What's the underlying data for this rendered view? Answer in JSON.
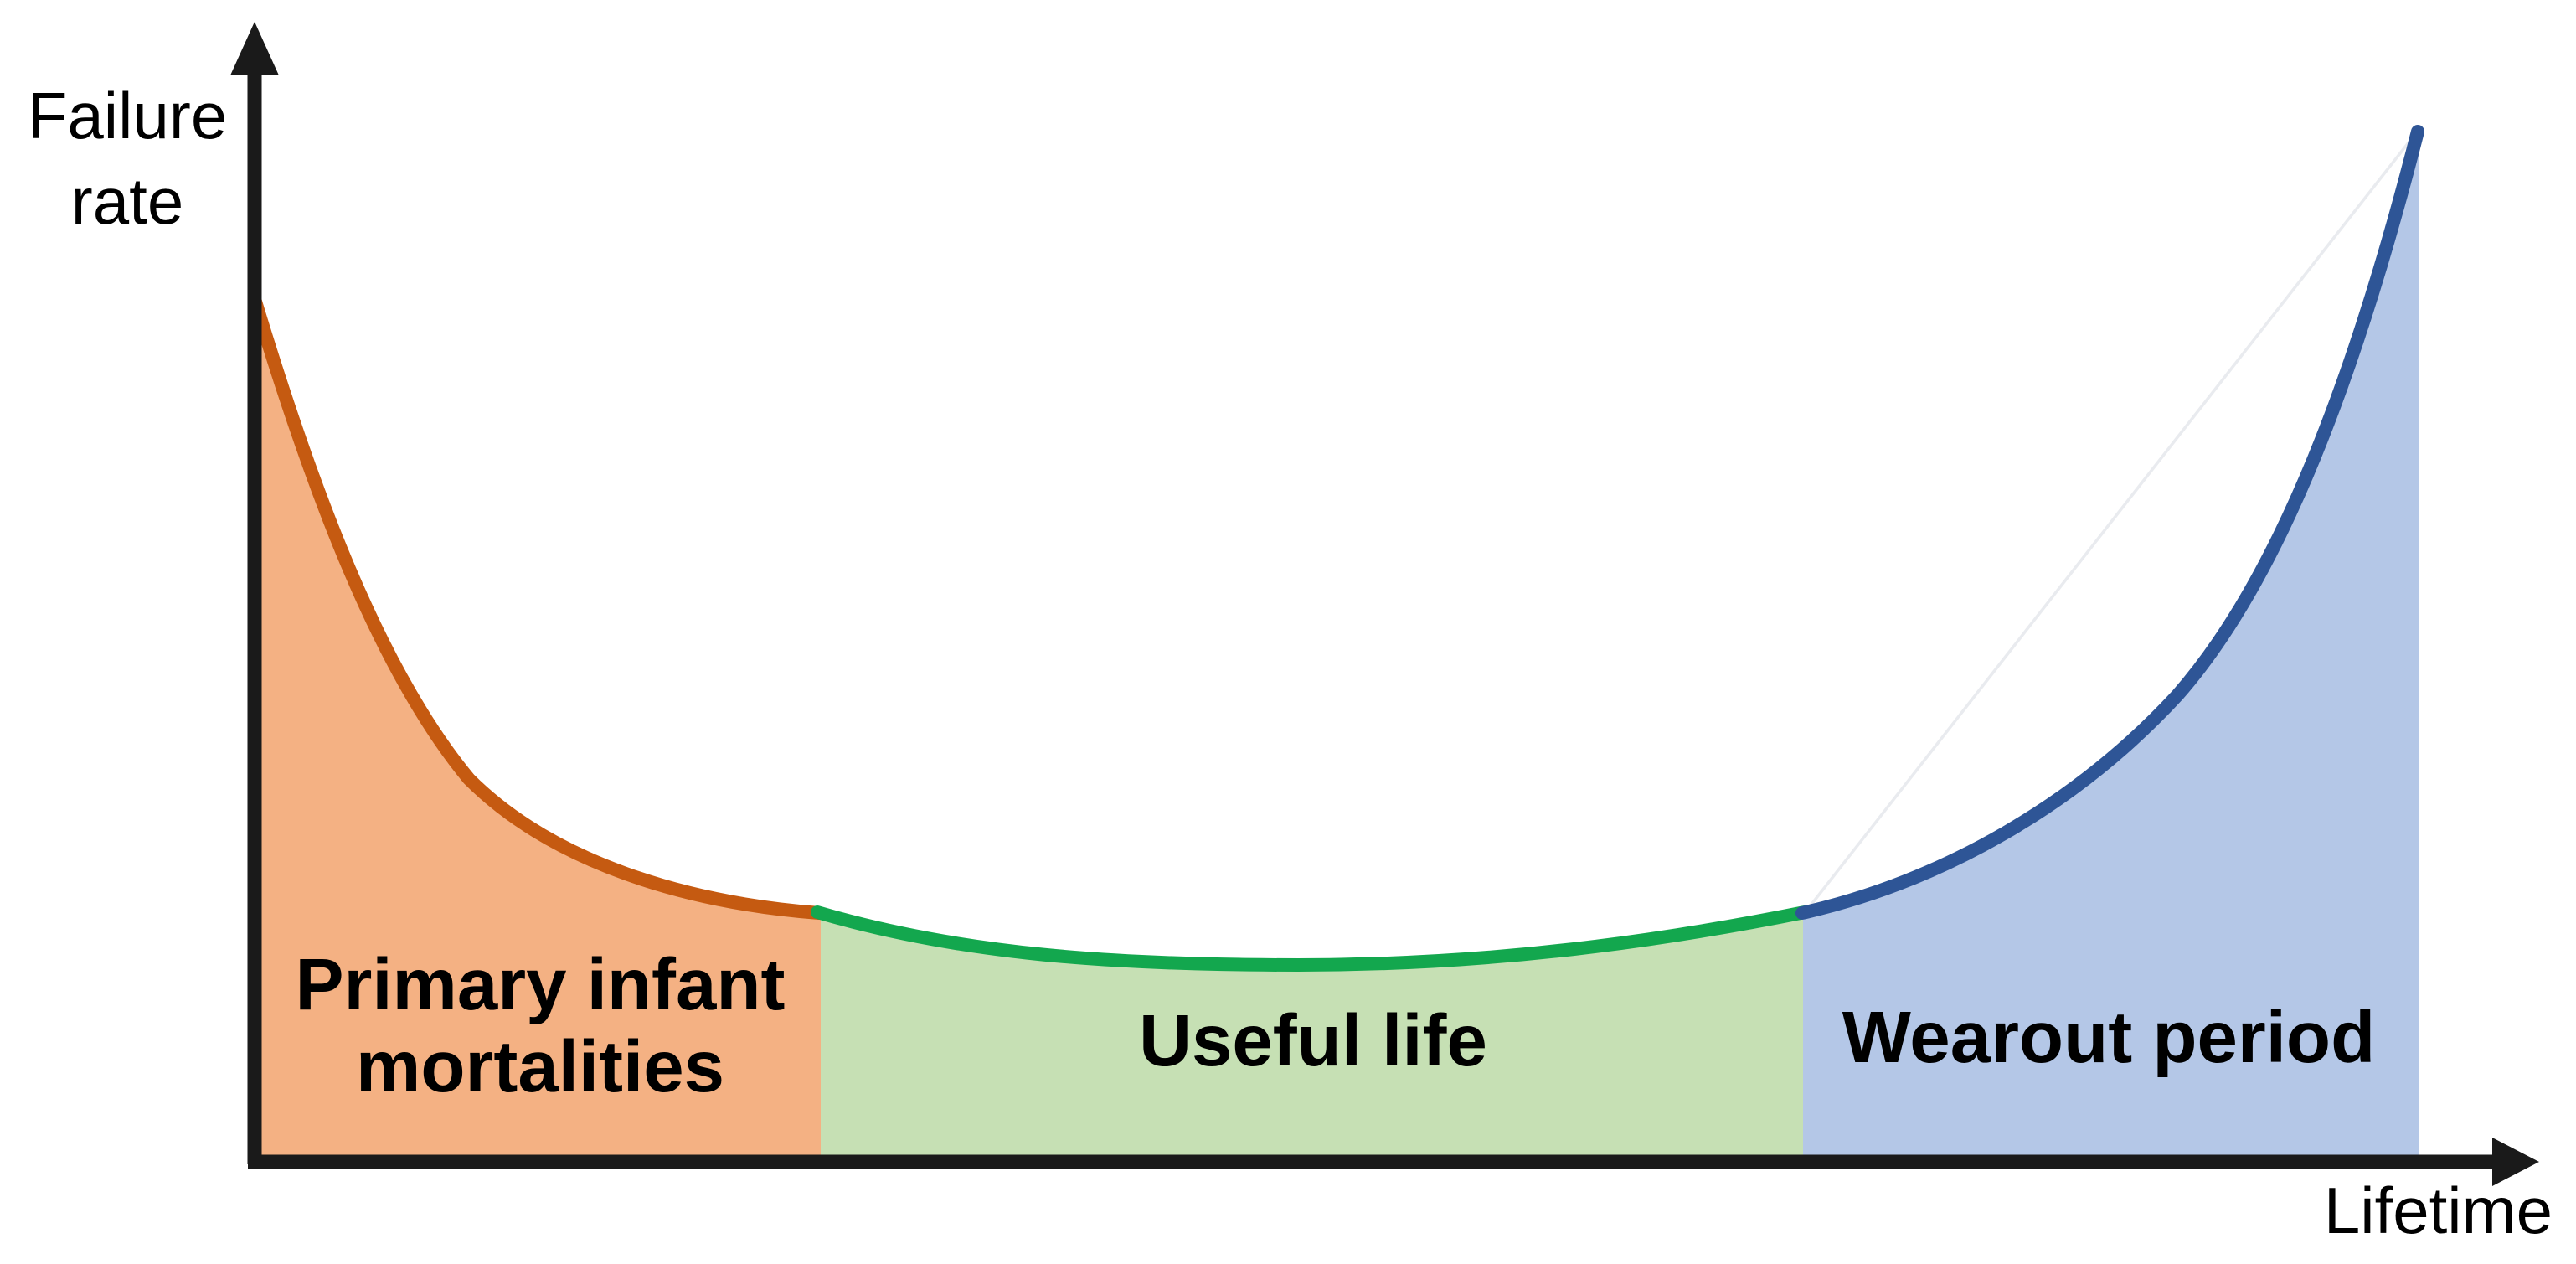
{
  "colors": {
    "background": "#FFFFFF",
    "axis": "#1A1A1A",
    "text": "#000000",
    "annotation_line": "#E9EBEF"
  },
  "y_axis": {
    "label_line1": "Failure",
    "label_line2": "rate"
  },
  "x_axis": {
    "label": "Lifetime"
  },
  "regions": [
    {
      "label_line1": "Primary infant",
      "label_line2": "mortalities",
      "fill_color": "#F4B183",
      "line_color": "#C55A11"
    },
    {
      "label": "Useful life",
      "fill_color": "#C6E0B4",
      "line_color": "#13A74E"
    },
    {
      "label": "Wearout period",
      "fill_color": "#B4C7E7",
      "line_color": "#2E5596"
    }
  ],
  "chart_data": {
    "type": "area",
    "title": "",
    "xlabel": "Lifetime",
    "ylabel": "Failure rate",
    "axes_numeric_labels": false,
    "grid": false,
    "legend": false,
    "x_range_relative": [
      0,
      1
    ],
    "y_range_relative": [
      0,
      1
    ],
    "description": "Bathtub curve: failure rate vs lifetime in three shaded phases",
    "series": [
      {
        "name": "Primary infant mortalities",
        "line_color": "#C55A11",
        "fill_color": "#F4B183",
        "points_xy_relative": [
          [
            0.0,
            0.836
          ],
          [
            0.036,
            0.605
          ],
          [
            0.074,
            0.45
          ],
          [
            0.111,
            0.343
          ],
          [
            0.149,
            0.286
          ],
          [
            0.187,
            0.258
          ],
          [
            0.224,
            0.244
          ],
          [
            0.254,
            0.237
          ]
        ]
      },
      {
        "name": "Useful life",
        "line_color": "#13A74E",
        "fill_color": "#C6E0B4",
        "points_xy_relative": [
          [
            0.254,
            0.237
          ],
          [
            0.337,
            0.207
          ],
          [
            0.413,
            0.19
          ],
          [
            0.469,
            0.186
          ],
          [
            0.544,
            0.192
          ],
          [
            0.62,
            0.213
          ],
          [
            0.696,
            0.237
          ]
        ]
      },
      {
        "name": "Wearout period",
        "line_color": "#2E5596",
        "fill_color": "#B4C7E7",
        "points_xy_relative": [
          [
            0.696,
            0.237
          ],
          [
            0.751,
            0.274
          ],
          [
            0.808,
            0.339
          ],
          [
            0.864,
            0.45
          ],
          [
            0.902,
            0.597
          ],
          [
            0.94,
            0.801
          ],
          [
            0.973,
            1.0
          ]
        ]
      }
    ]
  }
}
